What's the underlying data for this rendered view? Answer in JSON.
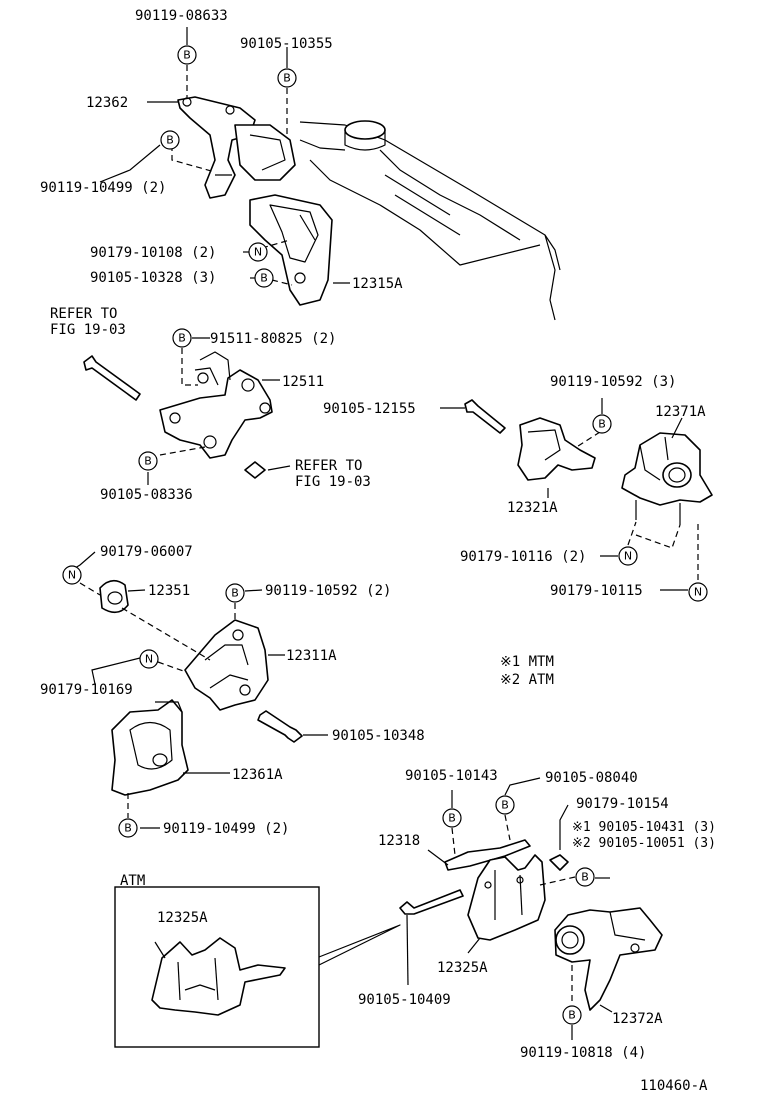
{
  "figure_code": "110460-A",
  "notes": {
    "n1": "※1  MTM",
    "n2": "※2  ATM"
  },
  "atm_box": {
    "title": "ATM",
    "part": "12325A"
  },
  "markers": {
    "b": "B",
    "n": "N"
  },
  "labels": {
    "p90119_08633": "90119-08633",
    "p90105_10355": "90105-10355",
    "p12362": "12362",
    "p90119_10499_2_top": "90119-10499 (2)",
    "p90179_10108_2": "90179-10108 (2)",
    "p90105_10328_3": "90105-10328 (3)",
    "p12315A": "12315A",
    "refer_to_1": "REFER TO",
    "fig_19_03_1": "FIG 19-03",
    "p91511_80825_2": "91511-80825 (2)",
    "p12511": "12511",
    "p90105_08336": "90105-08336",
    "refer_to_2": "REFER TO",
    "fig_19_03_2": "FIG 19-03",
    "p90105_12155": "90105-12155",
    "p90119_10592_3": "90119-10592 (3)",
    "p12371A": "12371A",
    "p12321A": "12321A",
    "p90179_10116_2": "90179-10116 (2)",
    "p90179_10115": "90179-10115",
    "p90179_06007": "90179-06007",
    "p12351": "12351",
    "p90119_10592_2": "90119-10592 (2)",
    "p12311A": "12311A",
    "p90179_10169": "90179-10169",
    "p90105_10348": "90105-10348",
    "p12361A": "12361A",
    "p90119_10499_2_bottom": "90119-10499 (2)",
    "p90105_10143": "90105-10143",
    "p90105_08040": "90105-08040",
    "p90179_10154": "90179-10154",
    "p90105_10431_3": "※1 90105-10431 (3)",
    "p90105_10051_3": "※2 90105-10051 (3)",
    "p12318": "12318",
    "p12325A": "12325A",
    "p90105_10409": "90105-10409",
    "p12372A": "12372A",
    "p90119_10818_4": "90119-10818 (4)"
  }
}
